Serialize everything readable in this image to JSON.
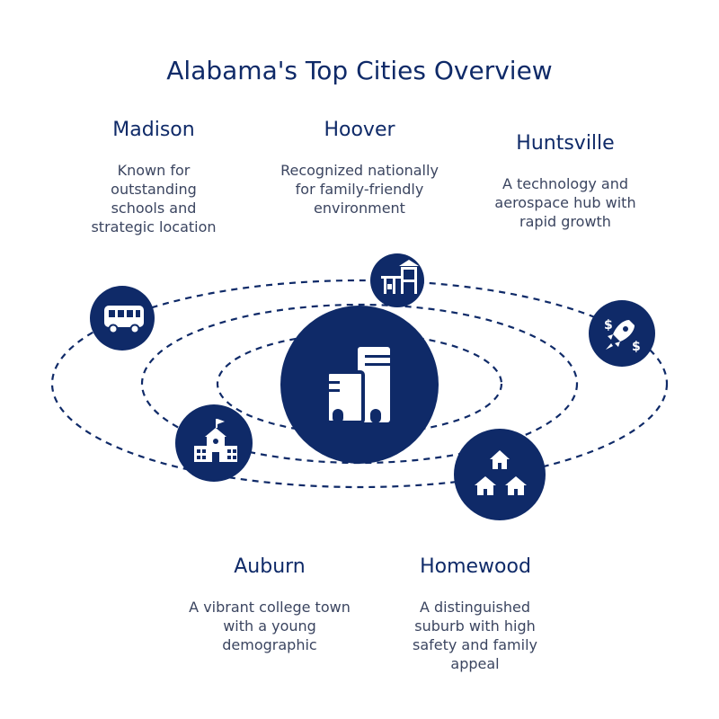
{
  "title": "Alabama's Top Cities Overview",
  "colors": {
    "primary": "#0f2a68",
    "text": "#3b4560",
    "icon": "#ffffff",
    "background": "#ffffff"
  },
  "cities": [
    {
      "name": "Madison",
      "description": "Known for outstanding schools and strategic location",
      "icon": "bus-icon"
    },
    {
      "name": "Hoover",
      "description": "Recognized nationally for family-friendly environment",
      "icon": "playground-icon"
    },
    {
      "name": "Huntsville",
      "description": "A technology and aerospace hub with rapid growth",
      "icon": "rocket-money-icon"
    },
    {
      "name": "Auburn",
      "description": "A vibrant college town with a young demographic",
      "icon": "school-building-icon"
    },
    {
      "name": "Homewood",
      "description": "A distinguished suburb with high safety and family appeal",
      "icon": "houses-icon"
    }
  ],
  "center_icon": "city-buildings-icon"
}
